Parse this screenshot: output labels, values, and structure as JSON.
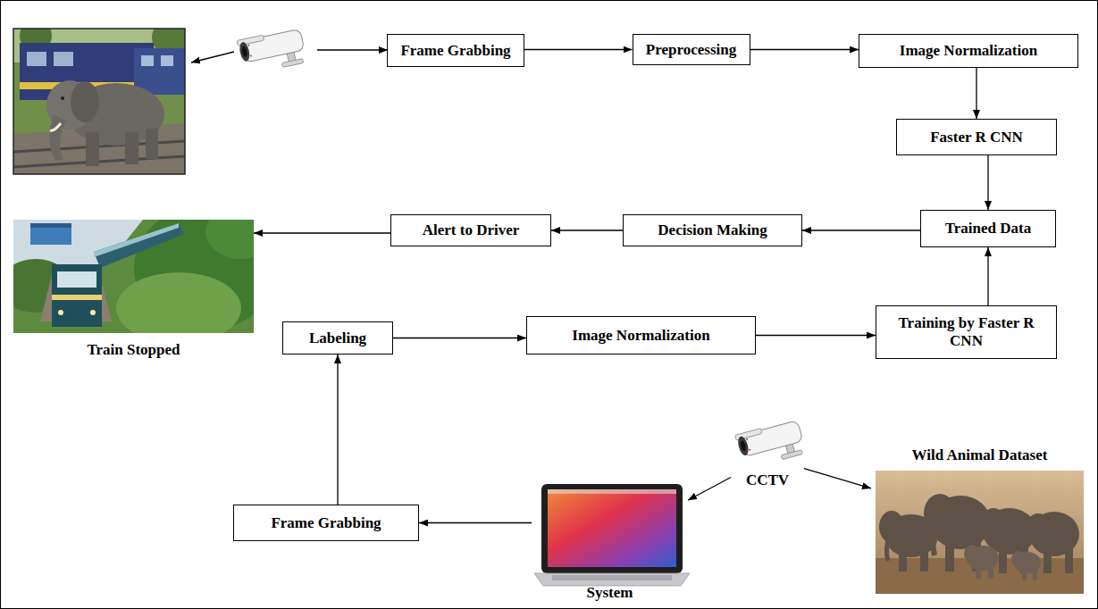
{
  "diagram": {
    "nodes": [
      {
        "text": [
          "Frame Grabbing"
        ]
      },
      {
        "text": [
          "Preprocessing"
        ]
      },
      {
        "text": [
          "Image Normalization"
        ]
      },
      {
        "text": [
          "Faster R CNN"
        ]
      },
      {
        "text": [
          "Trained Data"
        ]
      },
      {
        "text": [
          "Decision Making"
        ]
      },
      {
        "text": [
          "Alert to Driver"
        ]
      },
      {
        "text": [
          "Train Stopped"
        ]
      },
      {
        "text": [
          "Labeling"
        ]
      },
      {
        "text": [
          "Image Normalization"
        ]
      },
      {
        "text": [
          "Training by Faster R CNN"
        ]
      },
      {
        "text": [
          "CCTV"
        ]
      },
      {
        "text": [
          "Wild Animal Dataset"
        ]
      },
      {
        "text": [
          "Frame Grabbing"
        ]
      },
      {
        "text": [
          "System"
        ]
      }
    ],
    "edges": [
      {
        "from": 0,
        "to": 1,
        "arrow": "to"
      },
      {
        "from": 1,
        "to": 2,
        "arrow": "to"
      },
      {
        "from": 2,
        "to": 3,
        "arrow": "to"
      },
      {
        "from": 3,
        "to": 4,
        "arrow": "to"
      },
      {
        "from": 4,
        "to": 5,
        "arrow": "to"
      },
      {
        "from": 5,
        "to": 6,
        "arrow": "to"
      },
      {
        "from": 6,
        "to": 7,
        "arrow": "to"
      },
      {
        "from": 8,
        "to": 9,
        "arrow": "to"
      },
      {
        "from": 9,
        "to": 10,
        "arrow": "to"
      },
      {
        "from": 10,
        "to": 4,
        "arrow": "to"
      },
      {
        "from": 13,
        "to": 8,
        "arrow": "to"
      },
      {
        "from": 14,
        "to": 13,
        "arrow": "to"
      },
      {
        "from": 11,
        "to": 14,
        "arrow": "to"
      },
      {
        "from": 11,
        "to": 12,
        "arrow": "to"
      }
    ]
  }
}
